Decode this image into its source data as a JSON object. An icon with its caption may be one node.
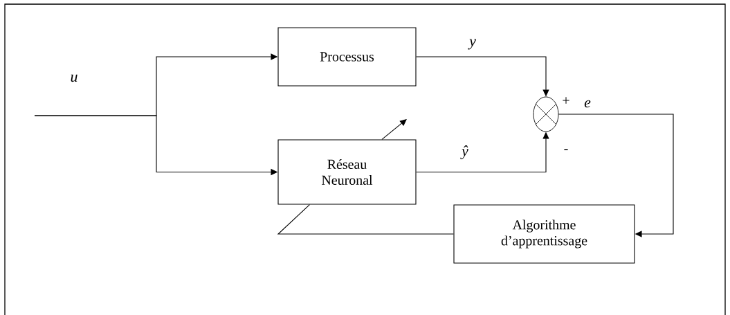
{
  "diagram": {
    "nodes": [
      {
        "text": [
          "Processus"
        ]
      },
      {
        "text": [
          "Réseau Neuronal"
        ]
      },
      {
        "text": [],
        "shape": "circle"
      },
      {
        "text": [
          "Algorithme d’apprentissage"
        ]
      }
    ],
    "edges": [
      {
        "from": null,
        "to": 0,
        "arrow": "to",
        "label": "u"
      },
      {
        "from": null,
        "to": 1,
        "arrow": "to"
      },
      {
        "from": 0,
        "to": 2,
        "arrow": "to",
        "label": "y"
      },
      {
        "from": 1,
        "to": 2,
        "arrow": "to",
        "label": "ŷ"
      },
      {
        "from": 2,
        "to": 3,
        "arrow": "to",
        "label": "e"
      },
      {
        "from": 3,
        "to": 1,
        "arrow": "none"
      },
      {
        "from": 1,
        "to": null,
        "arrow": "to"
      }
    ],
    "labels": [
      "+",
      "-"
    ]
  }
}
